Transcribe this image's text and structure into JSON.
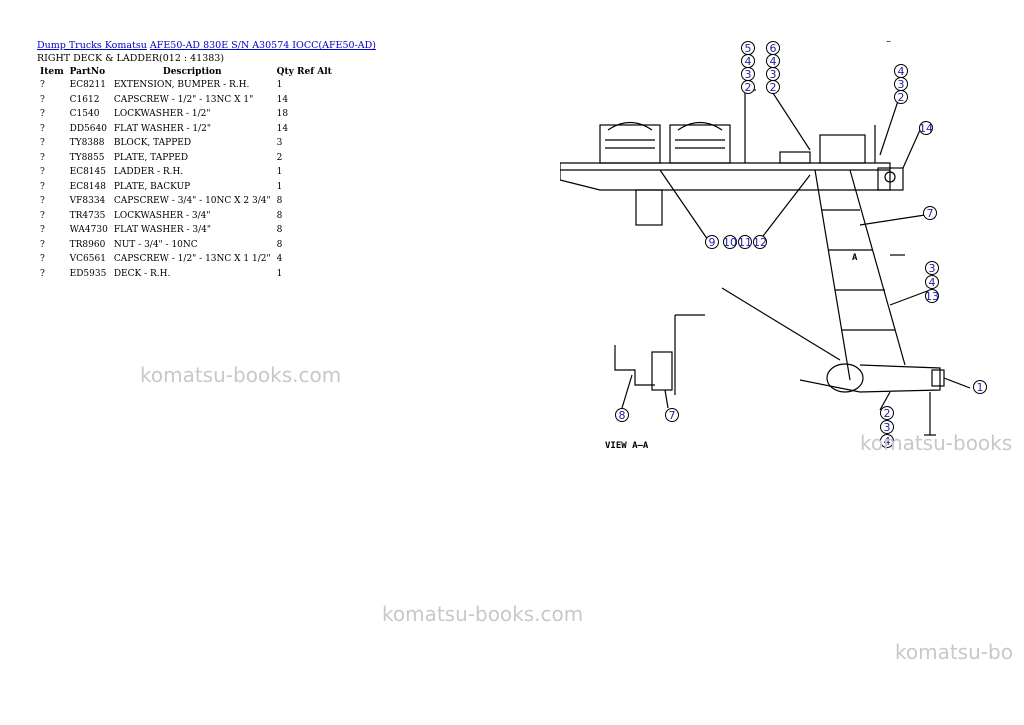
{
  "breadcrumb": {
    "link1": "Dump Trucks Komatsu",
    "link2": "AFE50-AD 830E S/N A30574 IOCC(AFE50-AD)"
  },
  "subtitle": "RIGHT DECK & LADDER(012 : 41383)",
  "table": {
    "headers": [
      "Item",
      "PartNo",
      "Description",
      "Qty",
      "Ref",
      "Alt"
    ],
    "rows": [
      {
        "item": "?",
        "part": "EC8211",
        "desc": "EXTENSION, BUMPER - R.H.",
        "qty": "1"
      },
      {
        "item": "?",
        "part": "C1612",
        "desc": "CAPSCREW - 1/2\" - 13NC X 1\"",
        "qty": "14"
      },
      {
        "item": "?",
        "part": "C1540",
        "desc": "LOCKWASHER - 1/2\"",
        "qty": "18"
      },
      {
        "item": "?",
        "part": "DD5640",
        "desc": "FLAT WASHER - 1/2\"",
        "qty": "14"
      },
      {
        "item": "?",
        "part": "TY8388",
        "desc": "BLOCK, TAPPED",
        "qty": "3"
      },
      {
        "item": "?",
        "part": "TY8855",
        "desc": "PLATE, TAPPED",
        "qty": "2"
      },
      {
        "item": "?",
        "part": "EC8145",
        "desc": "LADDER - R.H.",
        "qty": "1"
      },
      {
        "item": "?",
        "part": "EC8148",
        "desc": "PLATE, BACKUP",
        "qty": "1"
      },
      {
        "item": "?",
        "part": "VF8334",
        "desc": "CAPSCREW - 3/4\" - 10NC X 2 3/4\"",
        "qty": "8"
      },
      {
        "item": "?",
        "part": "TR4735",
        "desc": "LOCKWASHER - 3/4\"",
        "qty": "8"
      },
      {
        "item": "?",
        "part": "WA4730",
        "desc": "FLAT WASHER - 3/4\"",
        "qty": "8"
      },
      {
        "item": "?",
        "part": "TR8960",
        "desc": "NUT - 3/4\" - 10NC",
        "qty": "8"
      },
      {
        "item": "?",
        "part": "VC6561",
        "desc": "CAPSCREW - 1/2\" - 13NC X 1 1/2\"",
        "qty": "4"
      },
      {
        "item": "?",
        "part": "ED5935",
        "desc": "DECK - R.H.",
        "qty": "1"
      }
    ]
  },
  "watermark": "komatsu-books.com",
  "watermark_cut1": "komatsu-books",
  "watermark_cut2": "komatsu-bo",
  "diagram": {
    "dash": "–",
    "view_label": "VIEW A–A",
    "section_mark": "A",
    "callouts": [
      "5",
      "4",
      "3",
      "2",
      "6",
      "4",
      "3",
      "2",
      "4",
      "3",
      "2",
      "14",
      "7",
      "9",
      "10",
      "11",
      "12",
      "3",
      "4",
      "13",
      "1",
      "2",
      "3",
      "4",
      "8",
      "7"
    ]
  }
}
